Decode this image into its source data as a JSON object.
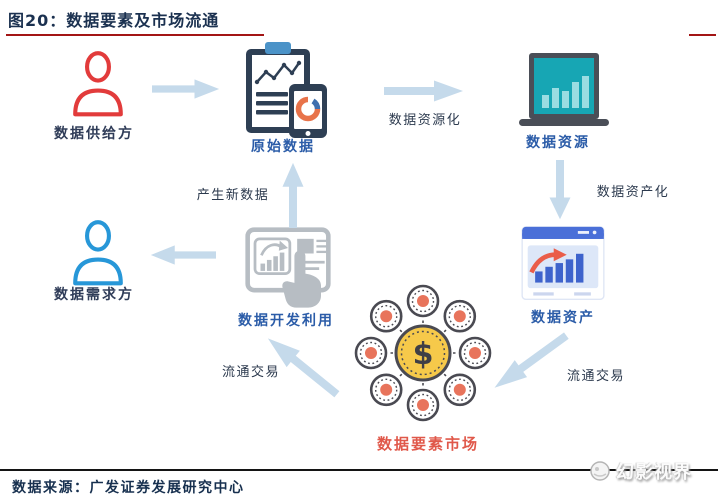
{
  "title": "图20：数据要素及市场流通",
  "nodes": {
    "supplier": {
      "label": "数据供给方"
    },
    "raw_data": {
      "label": "原始数据"
    },
    "data_resource": {
      "label": "数据资源"
    },
    "data_asset": {
      "label": "数据资产"
    },
    "development": {
      "label": "数据开发利用"
    },
    "demander": {
      "label": "数据需求方"
    },
    "market": {
      "label": "数据要素市场"
    }
  },
  "edges": {
    "resourcization": {
      "label": "数据资源化"
    },
    "capitalization": {
      "label": "数据资产化"
    },
    "circulation_right": {
      "label": "流通交易"
    },
    "circulation_left": {
      "label": "流通交易"
    },
    "new_data": {
      "label": "产生新数据"
    }
  },
  "footer": {
    "source": "数据来源：广发证券发展研究中心",
    "watermark": "幻影视界"
  },
  "icons": {
    "supplier": "person-icon",
    "raw_data": "clipboard-chart-phone-icon",
    "data_resource": "laptop-bar-chart-icon",
    "data_asset": "dashboard-growth-chart-icon",
    "development": "monitor-hand-click-icon",
    "demander": "person-icon",
    "market": "money-network-hub-icon",
    "flow": "block-arrow-icon"
  },
  "colors": {
    "title_navy": "#1b3150",
    "label_blue": "#2b5ca8",
    "supplier_red": "#e23b3b",
    "demander_blue": "#2797d8",
    "arrow_blue": "#c5daeb",
    "market_red": "#e0584a",
    "hub_yellow": "#f6c94a",
    "hub_orange": "#e8745c",
    "laptop_teal": "#17a6b4",
    "card_blue": "#4a6fd8",
    "icon_gray": "#b7bdc3",
    "clipboard_navy": "#2e3f54",
    "rule_red": "#a31515",
    "footer_line": "#141414"
  }
}
